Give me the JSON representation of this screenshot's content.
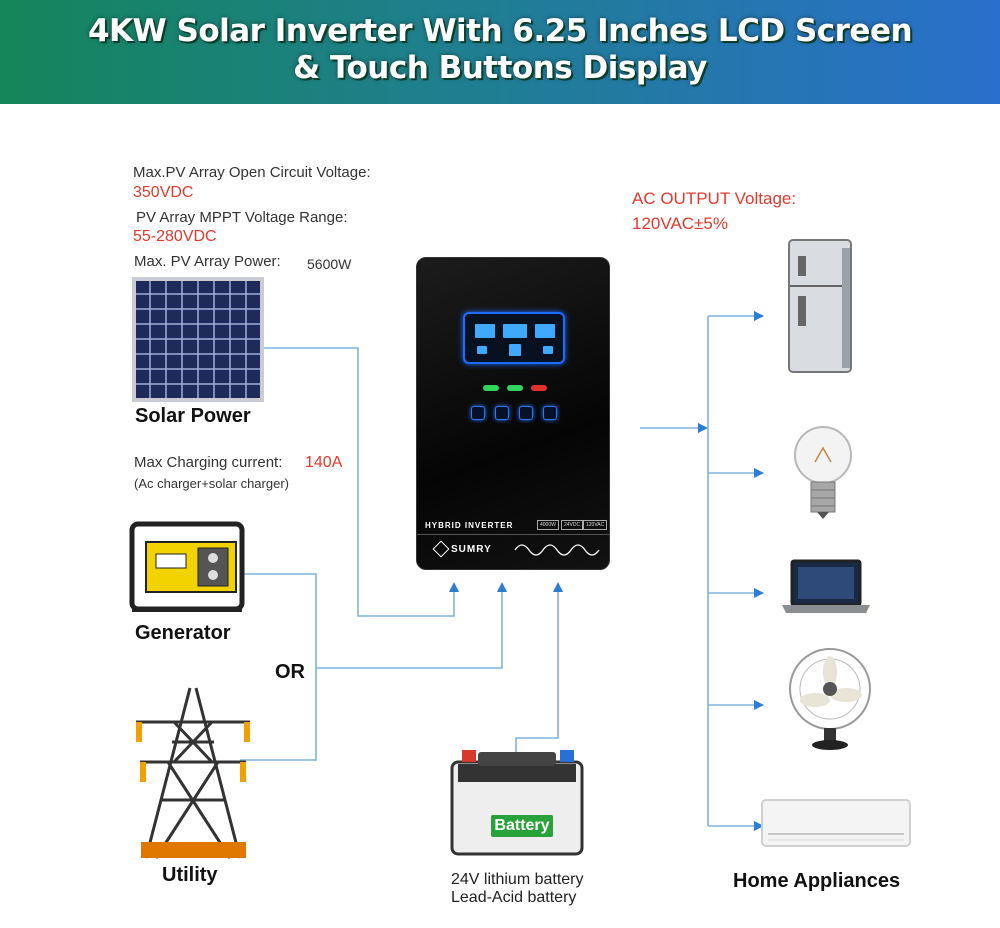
{
  "header": {
    "title_line1": "4KW Solar Inverter With 6.25 Inches LCD Screen",
    "title_line2": "& Touch Buttons Display"
  },
  "colors": {
    "header_gradient_start": "#15855a",
    "header_gradient_end": "#2a6fcc",
    "connector_line": "#7fb4df",
    "arrow": "#2a7fd4",
    "highlight_red": "#e03a2c"
  },
  "pv_specs": {
    "open_circuit_label": "Max.PV Array Open Circuit Voltage:",
    "open_circuit_value": "350VDC",
    "mppt_label": "PV Array MPPT Voltage Range:",
    "mppt_value": "55-280VDC",
    "max_power_label": "Max. PV Array Power:",
    "max_power_value": "5600W"
  },
  "charging": {
    "label": "Max Charging current:",
    "value": "140A",
    "note": "(Ac charger+solar charger)"
  },
  "sources": {
    "solar": "Solar Power",
    "generator": "Generator",
    "or": "OR",
    "utility": "Utility"
  },
  "inverter": {
    "type_label": "HYBRID   INVERTER",
    "spec_power": "4000W",
    "spec_dc": "24VDC",
    "spec_ac": "120VAC",
    "brand": "SUMRY"
  },
  "output": {
    "label": "AC OUTPUT Voltage:",
    "value": "120VAC±5%",
    "appliances_label": "Home Appliances",
    "appliances": [
      "refrigerator",
      "light-bulb",
      "laptop",
      "fan",
      "air-conditioner"
    ]
  },
  "battery": {
    "label": "Battery",
    "line1": "24V lithium battery",
    "line2": "Lead-Acid battery"
  }
}
